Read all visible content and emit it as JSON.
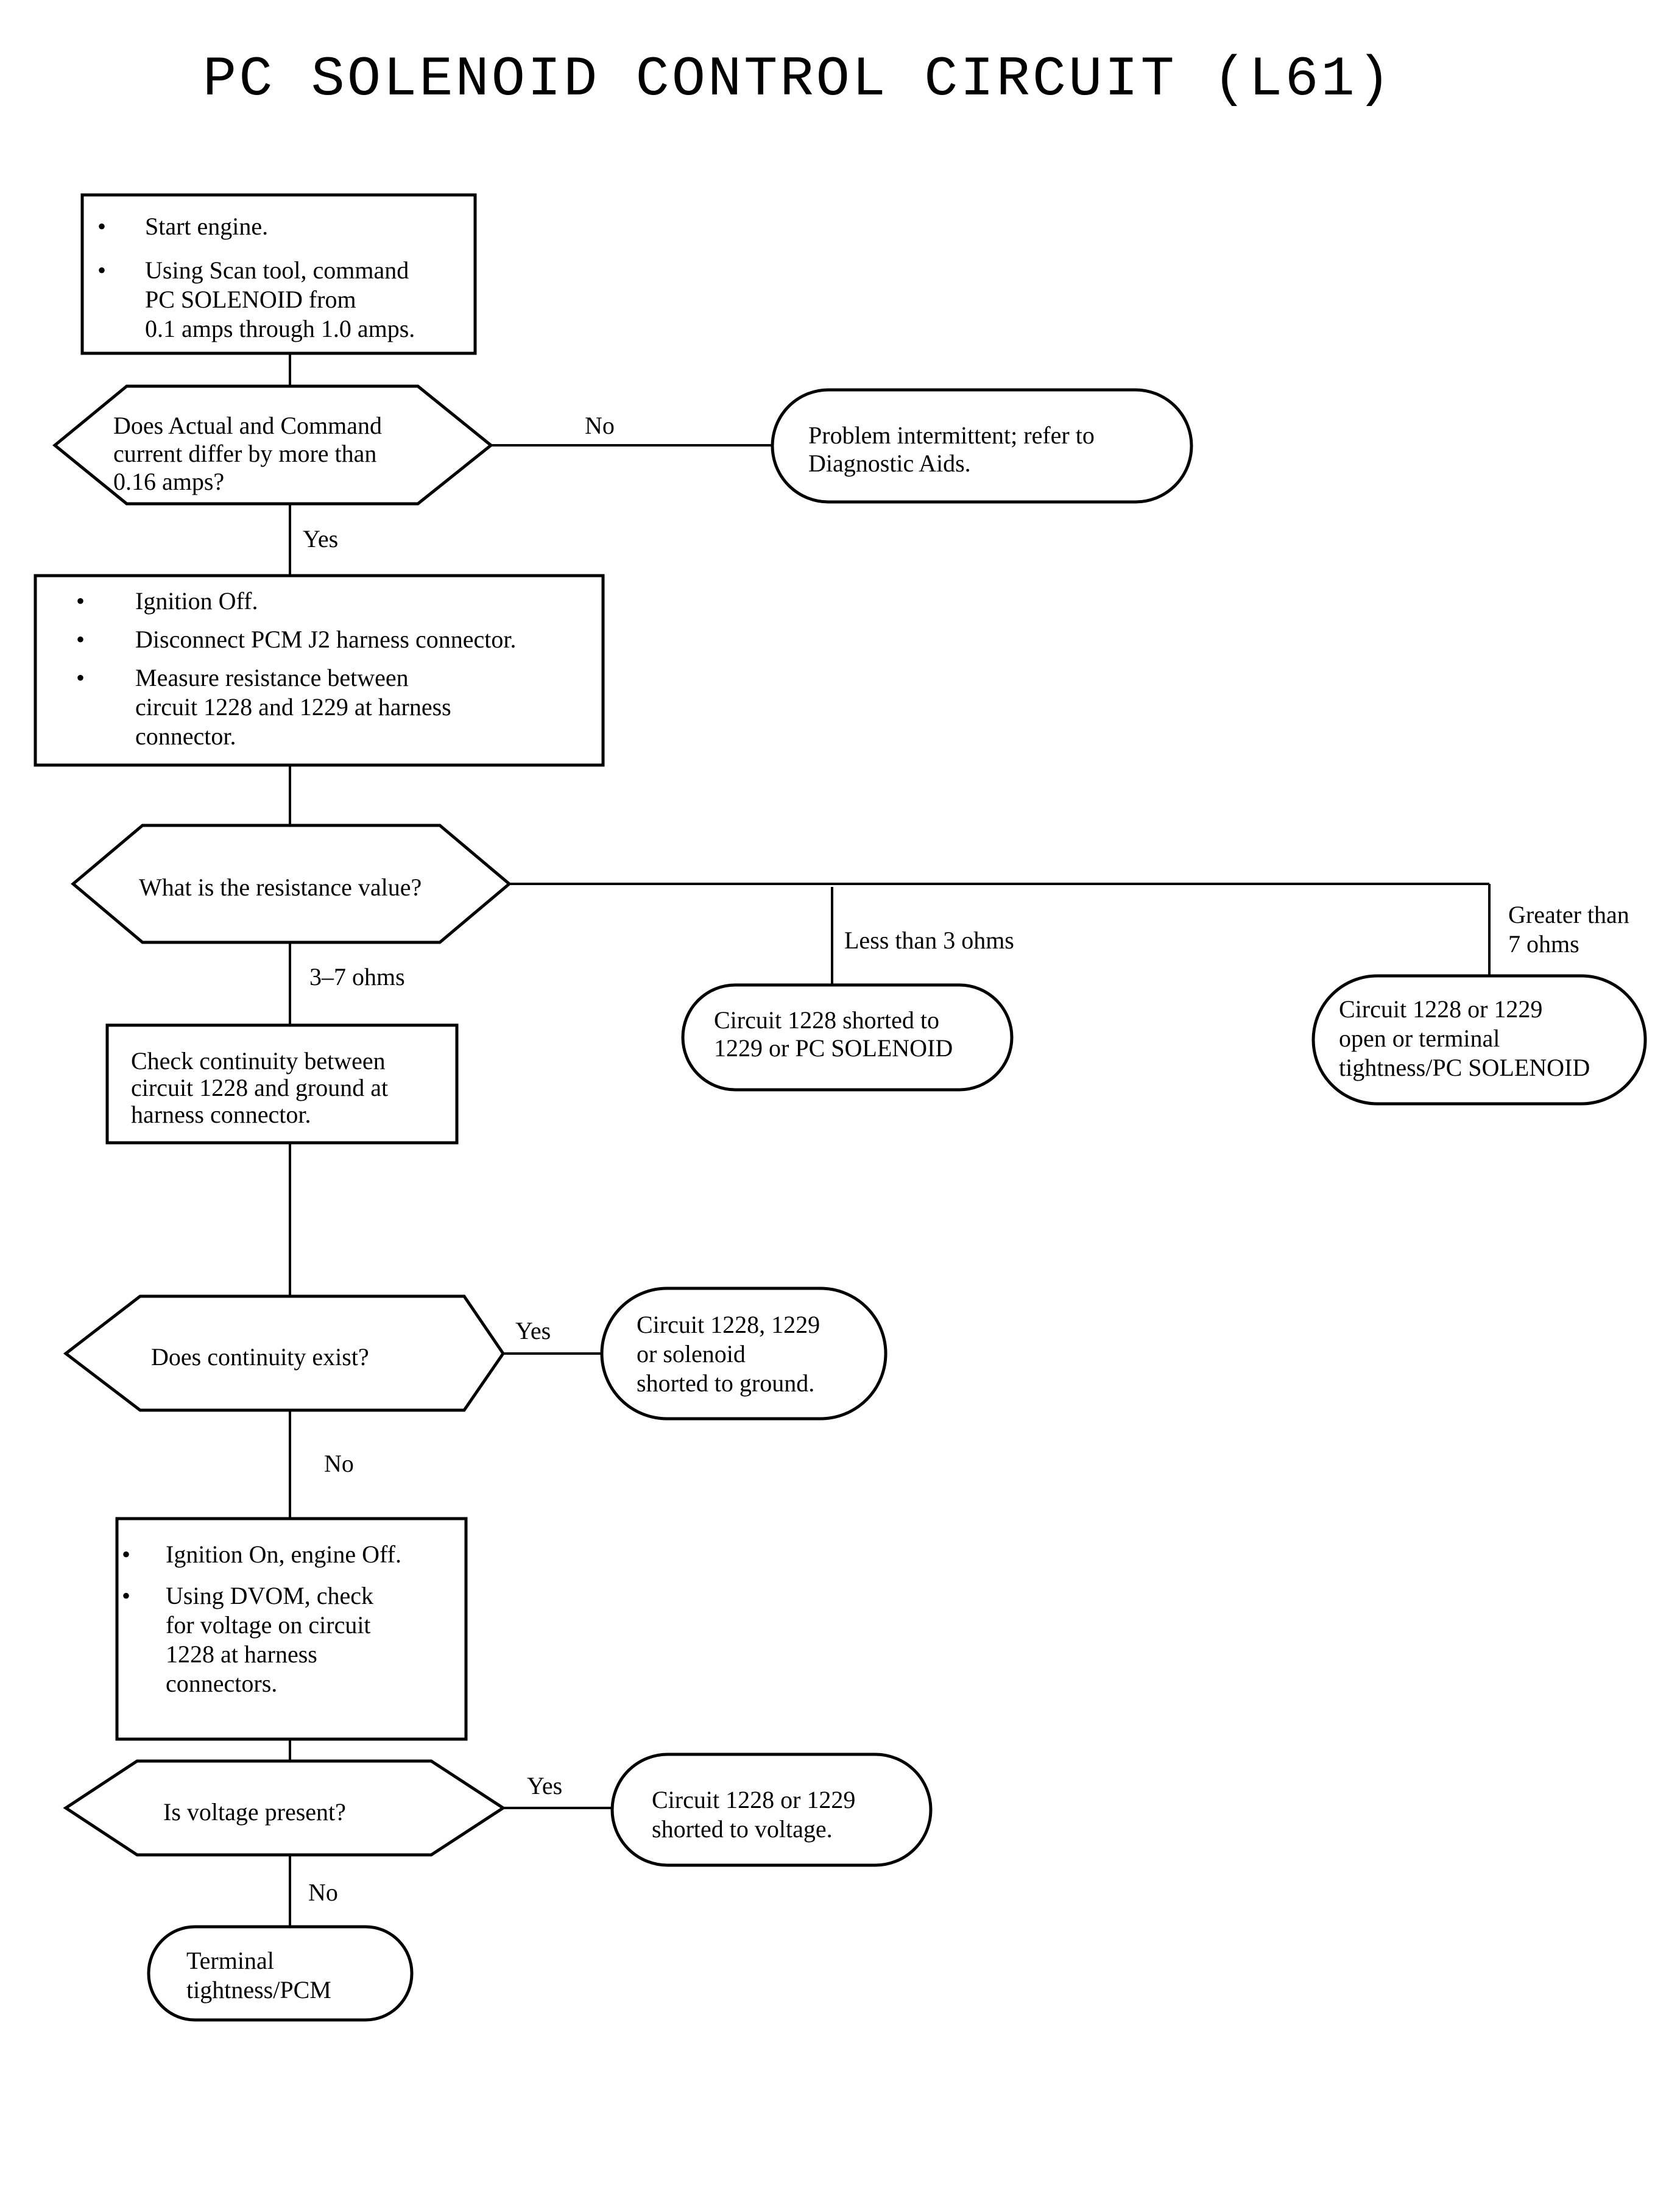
{
  "title": "PC SOLENOID CONTROL CIRCUIT (L61)",
  "bullet_glyph": "•",
  "steps": {
    "step1": [
      "Start engine.",
      [
        "Using Scan tool, command",
        "PC SOLENOID from",
        "0.1 amps through 1.0 amps."
      ]
    ],
    "step2": [
      "Ignition Off.",
      "Disconnect PCM J2 harness connector.",
      [
        "Measure resistance between",
        "circuit 1228 and 1229 at harness",
        "connector."
      ]
    ],
    "step3": [
      "Check continuity between",
      "circuit 1228 and ground at",
      "harness connector."
    ],
    "step4": [
      "Ignition On, engine Off.",
      [
        "Using DVOM, check",
        "for voltage on circuit",
        "1228 at harness",
        "connectors."
      ]
    ]
  },
  "decisions": {
    "d1": [
      "Does Actual and Command",
      "current differ by more than",
      "0.16 amps?"
    ],
    "d2": [
      "What is the resistance value?"
    ],
    "d3": [
      "Does continuity exist?"
    ],
    "d4": [
      "Is voltage present?"
    ]
  },
  "results": {
    "r1": [
      "Problem intermittent; refer to",
      "Diagnostic Aids."
    ],
    "r2": [
      "Circuit 1228 shorted  to",
      "1229 or PC SOLENOID"
    ],
    "r3": [
      "Circuit 1228 or 1229",
      "open or terminal",
      "tightness/PC SOLENOID"
    ],
    "r4": [
      "Circuit 1228, 1229",
      "or solenoid",
      "shorted to ground."
    ],
    "r5": [
      "Circuit 1228 or 1229",
      "shorted to voltage."
    ],
    "r6": [
      "Terminal",
      "tightness/PCM"
    ]
  },
  "branch_labels": {
    "d1_no": "No",
    "d1_yes": "Yes",
    "d2_3_7": "3–7 ohms",
    "d2_less": "Less than 3 ohms",
    "d2_greater": [
      "Greater than",
      "7 ohms"
    ],
    "d3_yes": "Yes",
    "d3_no": "No",
    "d4_yes": "Yes",
    "d4_no": "No"
  }
}
